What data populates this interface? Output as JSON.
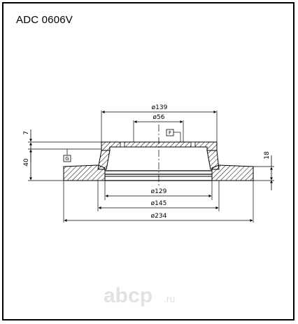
{
  "title": "ADC 0606V",
  "dimensions": {
    "d139": "ø139",
    "d56": "ø56",
    "d129": "ø129",
    "d145": "ø145",
    "d234": "ø234",
    "h7": "7",
    "h40": "40",
    "h18": "18",
    "tag_f": "F",
    "tag_g": "G"
  },
  "watermark": {
    "brand": "abcp",
    "suffix": ".ru"
  }
}
